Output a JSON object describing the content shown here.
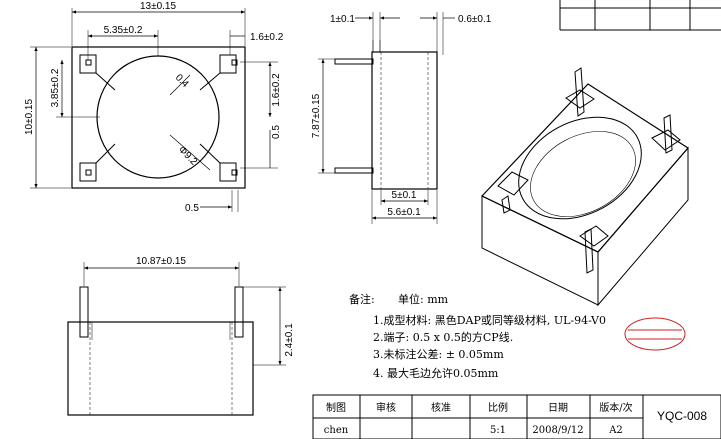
{
  "top_view": {
    "overall_width": "13±0.15",
    "hole_offset": "5.35±0.2",
    "right_margin": "1.6±0.2",
    "overall_height": "10±0.15",
    "pin_offset": "3.85±0.2",
    "radius": "0.4",
    "right_pin_offset": "1.6±0.2",
    "pin_pitch": "0.5",
    "diameter": "Φ9.2",
    "bottom_pin": "0.5"
  },
  "side_view": {
    "pin_width": "1±0.1",
    "pin_gap": "0.6±0.1",
    "height": "7.87±0.15",
    "inner_width": "5±0.1",
    "outer_width": "5.6±0.1"
  },
  "front_view": {
    "width": "10.87±0.15",
    "pin_height": "2.4±0.1"
  },
  "notes": {
    "heading": "备注:",
    "unit": "单位: mm",
    "item1": "1.成型材料:   黑色DAP或同等级材料, UL-94-V0",
    "item2": "2.端子:    0.5 x 0.5的方CP线.",
    "item3": "3.未标注公差:   ± 0.05mm",
    "item4": "4.  最大毛边允许0.05mm"
  },
  "title_block": {
    "headers": [
      "制图",
      "审核",
      "核准",
      "比例",
      "日期",
      "版本/次"
    ],
    "values": [
      "chen",
      "",
      "",
      "5:1",
      "2008/9/12",
      "A2"
    ],
    "part_number": "YQC-008"
  }
}
